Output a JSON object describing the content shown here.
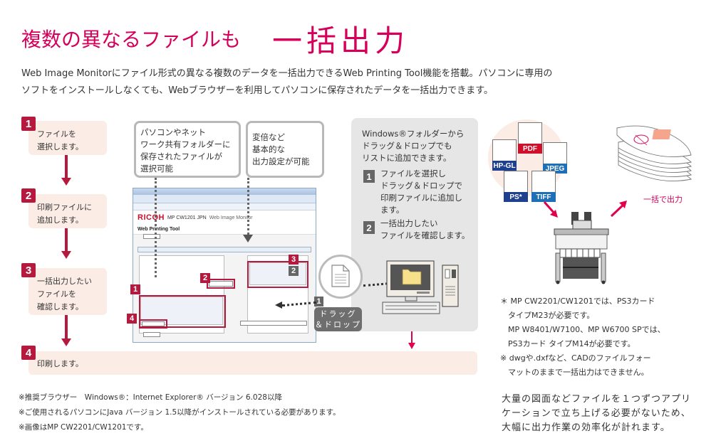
{
  "header": {
    "title": "複数の異なるファイルも",
    "title_emphasis": "一括出力",
    "lead_lines": [
      "Web Image Monitorにファイル形式の異なる複数のデータを一括出力できるWeb Printing Tool機能を搭載。パソコンに専用の",
      "ソフトをインストールしなくても、Webブラウザーを利用してパソコンに保存されたデータを一括出力できます。"
    ]
  },
  "steps": [
    {
      "number": "1",
      "lines": [
        "ファイルを",
        "選択します。"
      ]
    },
    {
      "number": "2",
      "lines": [
        "印刷ファイルに",
        "追加します。"
      ]
    },
    {
      "number": "3",
      "lines": [
        "一括出力したい",
        "ファイルを",
        "確認します。"
      ]
    },
    {
      "number": "4",
      "lines": [
        "印刷します。"
      ]
    }
  ],
  "callouts": [
    {
      "lines": [
        "パソコンやネット",
        "ワーク共有フォルダーに",
        "保存されたファイルが",
        "選択可能"
      ]
    },
    {
      "lines": [
        "変倍など",
        "基本的な",
        "出力設定が可能"
      ]
    }
  ],
  "browser": {
    "brand": "RICOH",
    "model": "MP CW1201 JPN",
    "product": "Web Image Monitor",
    "page_title": "Web Printing Tool",
    "markers": [
      "1",
      "2",
      "3",
      "4",
      "2"
    ]
  },
  "drag_panel": {
    "intro": [
      "Windows®フォルダーから",
      "ドラッグ＆ドロップでも",
      "リストに追加できます。"
    ],
    "items": [
      {
        "number": "1",
        "lines": [
          "ファイルを選択し",
          "ドラッグ＆ドロップで",
          "印刷ファイルに追加し",
          "ます。"
        ]
      },
      {
        "number": "2",
        "lines": [
          "一括出力したい",
          "ファイルを確認します。"
        ]
      }
    ],
    "drag_badge": {
      "number": "1",
      "lines": [
        "ドラッグ",
        "＆ドロップ"
      ]
    }
  },
  "file_types": [
    {
      "label": "PDF",
      "color": "#d0102a"
    },
    {
      "label": "HP-GL",
      "color": "#1f3f8f"
    },
    {
      "label": "JPEG",
      "color": "#1e6fb5"
    },
    {
      "label": "PS*",
      "color": "#1f3f8f"
    },
    {
      "label": "TIFF",
      "color": "#1e6fb5"
    }
  ],
  "output_label": "一括で出力",
  "notes_right": [
    "＊ MP CW2201/CW1201では、PS3カード",
    "　タイプM23が必要です。",
    "　MP W8401/W7100、MP W6700 SPでは、",
    "　PS3カード タイプM14が必要です。",
    "※ dwgや.dxfなど、CADのファイルフォー",
    "　マットのままで一括出力はできません。"
  ],
  "footnotes": [
    "※推奨ブラウザー　Windows®：Internet Explorer® バージョン 6.028以降",
    "※ご使用されるパソコンにJava バージョン 1.5以降がインストールされている必要があります。",
    "※画像はMP CW2201/CW1201です。"
  ],
  "summary": [
    "大量の図面などファイルを１つずつアプリ",
    "ケーションで立ち上げる必要がないため、",
    "大幅に出力作業の効率化が計れます。"
  ],
  "colors": {
    "accent": "#d6005a",
    "step_number": "#b5193e",
    "step_bg": "#fcece6",
    "panel_bg": "#e6e6e6"
  }
}
